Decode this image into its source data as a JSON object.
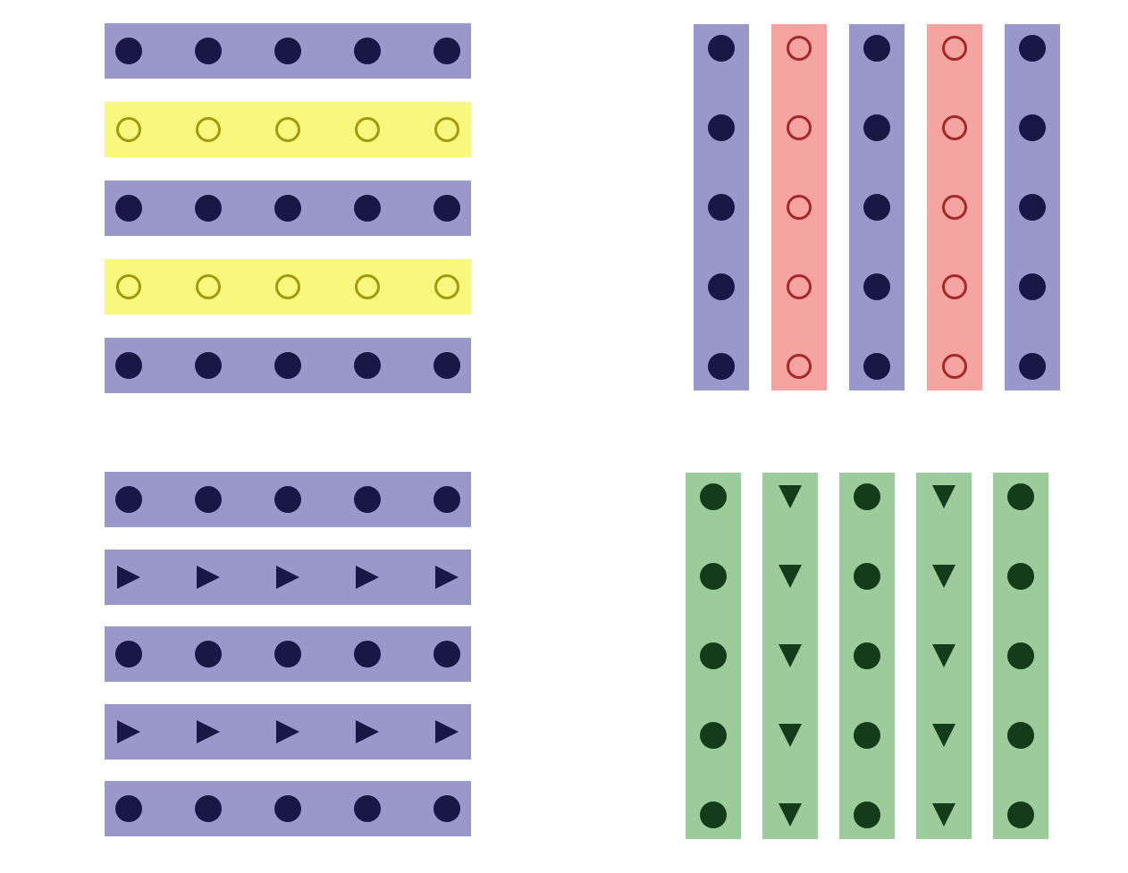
{
  "colors": {
    "blue_strip": "#9a98cb",
    "yellow_strip": "#f8f77e",
    "pink_strip": "#f6a4a2",
    "green_strip": "#9ccc9b",
    "navy_mark": "#171845",
    "olive_mark": "#a09a0c",
    "red_mark": "#a3282a",
    "green_mark": "#143b1a"
  },
  "panels": [
    {
      "name": "panel-top-left",
      "orientation": "horizontal",
      "strips": [
        {
          "color": "blue_strip",
          "mark": "circle-filled",
          "mark_color": "navy_mark",
          "count": 5
        },
        {
          "color": "yellow_strip",
          "mark": "circle-open",
          "mark_color": "olive_mark",
          "count": 5
        },
        {
          "color": "blue_strip",
          "mark": "circle-filled",
          "mark_color": "navy_mark",
          "count": 5
        },
        {
          "color": "yellow_strip",
          "mark": "circle-open",
          "mark_color": "olive_mark",
          "count": 5
        },
        {
          "color": "blue_strip",
          "mark": "circle-filled",
          "mark_color": "navy_mark",
          "count": 5
        }
      ]
    },
    {
      "name": "panel-top-right",
      "orientation": "vertical",
      "strips": [
        {
          "color": "blue_strip",
          "mark": "circle-filled",
          "mark_color": "navy_mark",
          "count": 5
        },
        {
          "color": "pink_strip",
          "mark": "circle-open",
          "mark_color": "red_mark",
          "count": 5
        },
        {
          "color": "blue_strip",
          "mark": "circle-filled",
          "mark_color": "navy_mark",
          "count": 5
        },
        {
          "color": "pink_strip",
          "mark": "circle-open",
          "mark_color": "red_mark",
          "count": 5
        },
        {
          "color": "blue_strip",
          "mark": "circle-filled",
          "mark_color": "navy_mark",
          "count": 5
        }
      ]
    },
    {
      "name": "panel-bottom-left",
      "orientation": "horizontal",
      "strips": [
        {
          "color": "blue_strip",
          "mark": "circle-filled",
          "mark_color": "navy_mark",
          "count": 5
        },
        {
          "color": "blue_strip",
          "mark": "triangle-right",
          "mark_color": "navy_mark",
          "count": 5
        },
        {
          "color": "blue_strip",
          "mark": "circle-filled",
          "mark_color": "navy_mark",
          "count": 5
        },
        {
          "color": "blue_strip",
          "mark": "triangle-right",
          "mark_color": "navy_mark",
          "count": 5
        },
        {
          "color": "blue_strip",
          "mark": "circle-filled",
          "mark_color": "navy_mark",
          "count": 5
        }
      ]
    },
    {
      "name": "panel-bottom-right",
      "orientation": "vertical",
      "strips": [
        {
          "color": "green_strip",
          "mark": "circle-filled",
          "mark_color": "green_mark",
          "count": 5
        },
        {
          "color": "green_strip",
          "mark": "triangle-down",
          "mark_color": "green_mark",
          "count": 5
        },
        {
          "color": "green_strip",
          "mark": "circle-filled",
          "mark_color": "green_mark",
          "count": 5
        },
        {
          "color": "green_strip",
          "mark": "triangle-down",
          "mark_color": "green_mark",
          "count": 5
        },
        {
          "color": "green_strip",
          "mark": "circle-filled",
          "mark_color": "green_mark",
          "count": 5
        }
      ]
    }
  ]
}
